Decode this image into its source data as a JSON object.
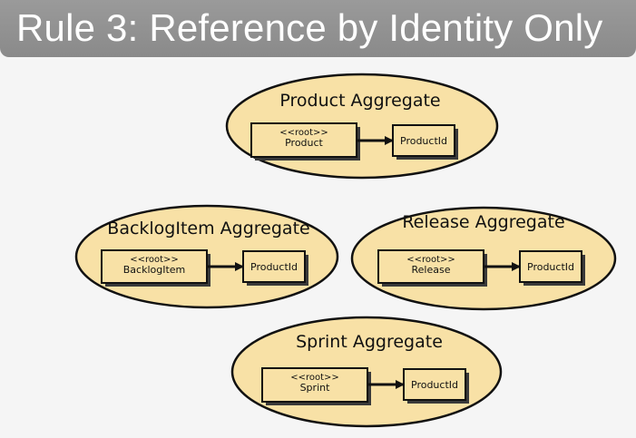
{
  "title": "Rule 3: Reference by Identity Only",
  "stereotype": "<<root>>",
  "aggregates": [
    {
      "title": "Product Aggregate",
      "root": "Product",
      "reference": "ProductId"
    },
    {
      "title": "BacklogItem Aggregate",
      "root": "BacklogItem",
      "reference": "ProductId"
    },
    {
      "title": "Release Aggregate",
      "root": "Release",
      "reference": "ProductId"
    },
    {
      "title": "Sprint Aggregate",
      "root": "Sprint",
      "reference": "ProductId"
    }
  ]
}
